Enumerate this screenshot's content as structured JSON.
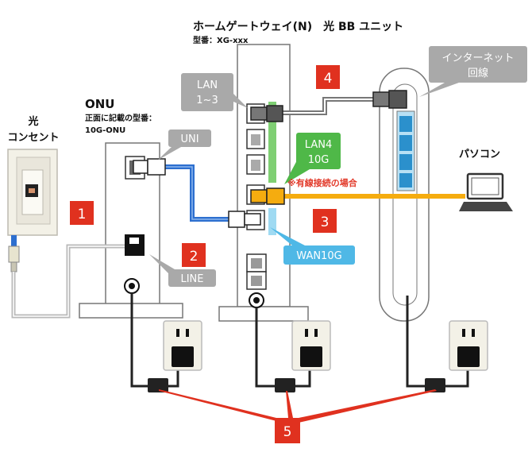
{
  "title": {
    "main": "ホームゲートウェイ(N)　光 BB ユニット",
    "model": "型番：XG-xxx"
  },
  "outlet": {
    "label_line1": "光",
    "label_line2": "コンセント"
  },
  "onu": {
    "title": "ONU",
    "note_line1": "正面に記載の型番：",
    "note_line2": "10G-ONU"
  },
  "tags": {
    "uni": "UNI",
    "line": "LINE",
    "lan13_line1": "LAN",
    "lan13_line2": "1~3",
    "lan4_line1": "LAN4",
    "lan4_line2": "10G",
    "wan": "WAN10G",
    "internet_line1": "インターネット",
    "internet_line2": "回線"
  },
  "wired_note": "※有線接続の場合",
  "pc_label": "パソコン",
  "steps": [
    "1",
    "2",
    "3",
    "4",
    "5"
  ],
  "colors": {
    "step_red": "#e0311f",
    "tag_gray": "#a9a9a9",
    "lan4_green": "#4fb848",
    "wan_blue": "#4fb8e6",
    "cable_blue": "#2d6fcf",
    "cable_orange": "#f5ac0f",
    "note_red": "#e23a2a"
  }
}
